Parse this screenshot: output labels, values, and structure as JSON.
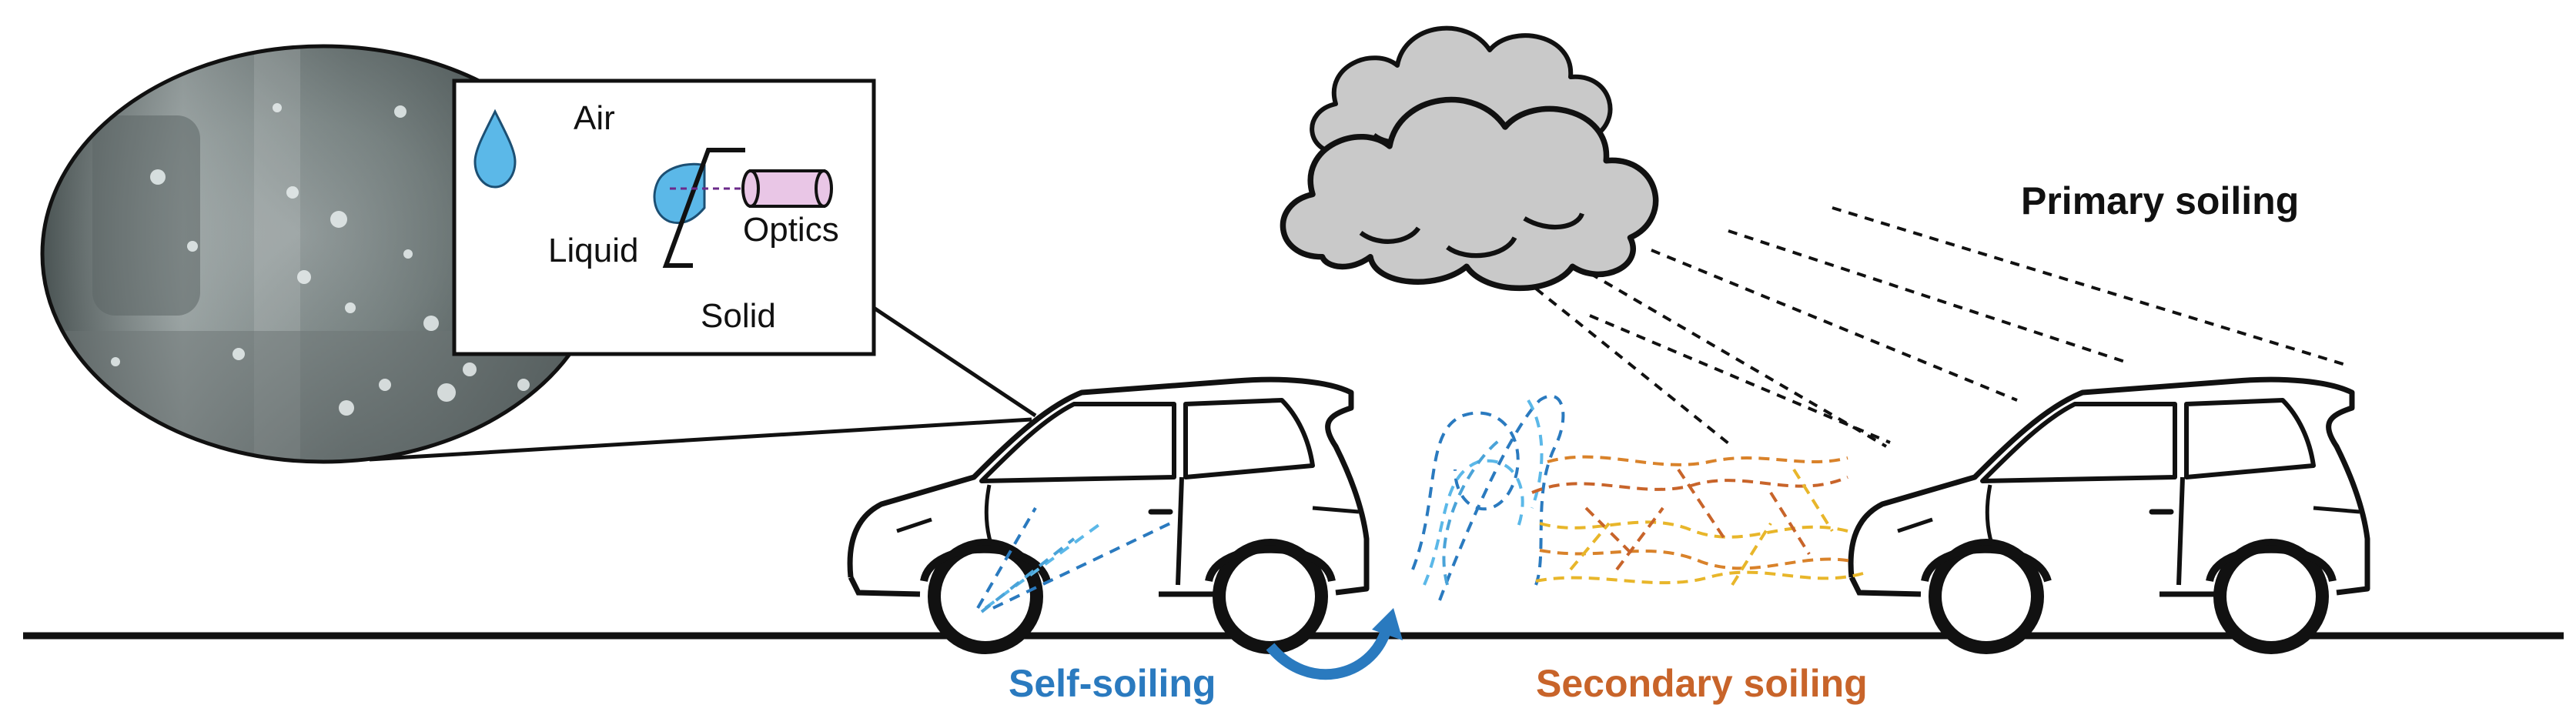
{
  "inset": {
    "air_label": "Air",
    "liquid_label": "Liquid",
    "optics_label": "Optics",
    "solid_label": "Solid"
  },
  "labels": {
    "primary_soiling": "Primary soiling",
    "self_soiling": "Self-soiling",
    "secondary_soiling": "Secondary soiling"
  },
  "colors": {
    "self_soiling": "#2A7ABF",
    "secondary_soiling": "#C8642A",
    "primary_soiling": "#111111",
    "droplet": "#5BB8E8",
    "optics": "#E9C6E6",
    "cloud": "#C9C9C9"
  },
  "icons": [
    "water-drop-icon",
    "cloud-icon",
    "car-icon",
    "camera-lens-icon"
  ]
}
